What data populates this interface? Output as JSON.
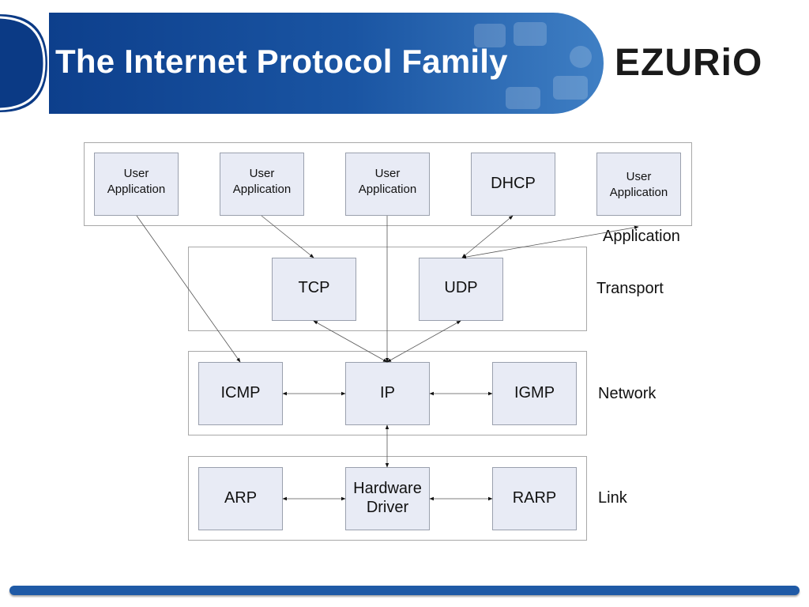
{
  "header": {
    "title": "The Internet Protocol Family",
    "logo_text": "EZURiO",
    "banner_color": "#1f5aa6"
  },
  "layers": {
    "application": "Application",
    "transport": "Transport",
    "network": "Network",
    "link": "Link"
  },
  "nodes": {
    "user_app_1": "User Application",
    "user_app_2": "User Application",
    "user_app_3": "User Application",
    "dhcp": "DHCP",
    "user_app_4": "User Application",
    "tcp": "TCP",
    "udp": "UDP",
    "icmp": "ICMP",
    "ip": "IP",
    "igmp": "IGMP",
    "arp": "ARP",
    "hardware_driver": "Hardware Driver",
    "rarp": "RARP"
  },
  "connections": [
    {
      "from": "user_app_1",
      "to": "icmp",
      "direction": "one-way"
    },
    {
      "from": "user_app_2",
      "to": "tcp",
      "direction": "one-way"
    },
    {
      "from": "user_app_3",
      "to": "ip",
      "direction": "one-way"
    },
    {
      "from": "dhcp",
      "to": "udp",
      "direction": "both"
    },
    {
      "from": "user_app_4",
      "to": "udp",
      "direction": "both"
    },
    {
      "from": "tcp",
      "to": "ip",
      "direction": "both"
    },
    {
      "from": "udp",
      "to": "ip",
      "direction": "both"
    },
    {
      "from": "icmp",
      "to": "ip",
      "direction": "both"
    },
    {
      "from": "ip",
      "to": "igmp",
      "direction": "both"
    },
    {
      "from": "ip",
      "to": "hardware_driver",
      "direction": "both"
    },
    {
      "from": "arp",
      "to": "hardware_driver",
      "direction": "both"
    },
    {
      "from": "hardware_driver",
      "to": "rarp",
      "direction": "both"
    }
  ],
  "footer": {
    "bar_color": "#1f5aa6"
  }
}
